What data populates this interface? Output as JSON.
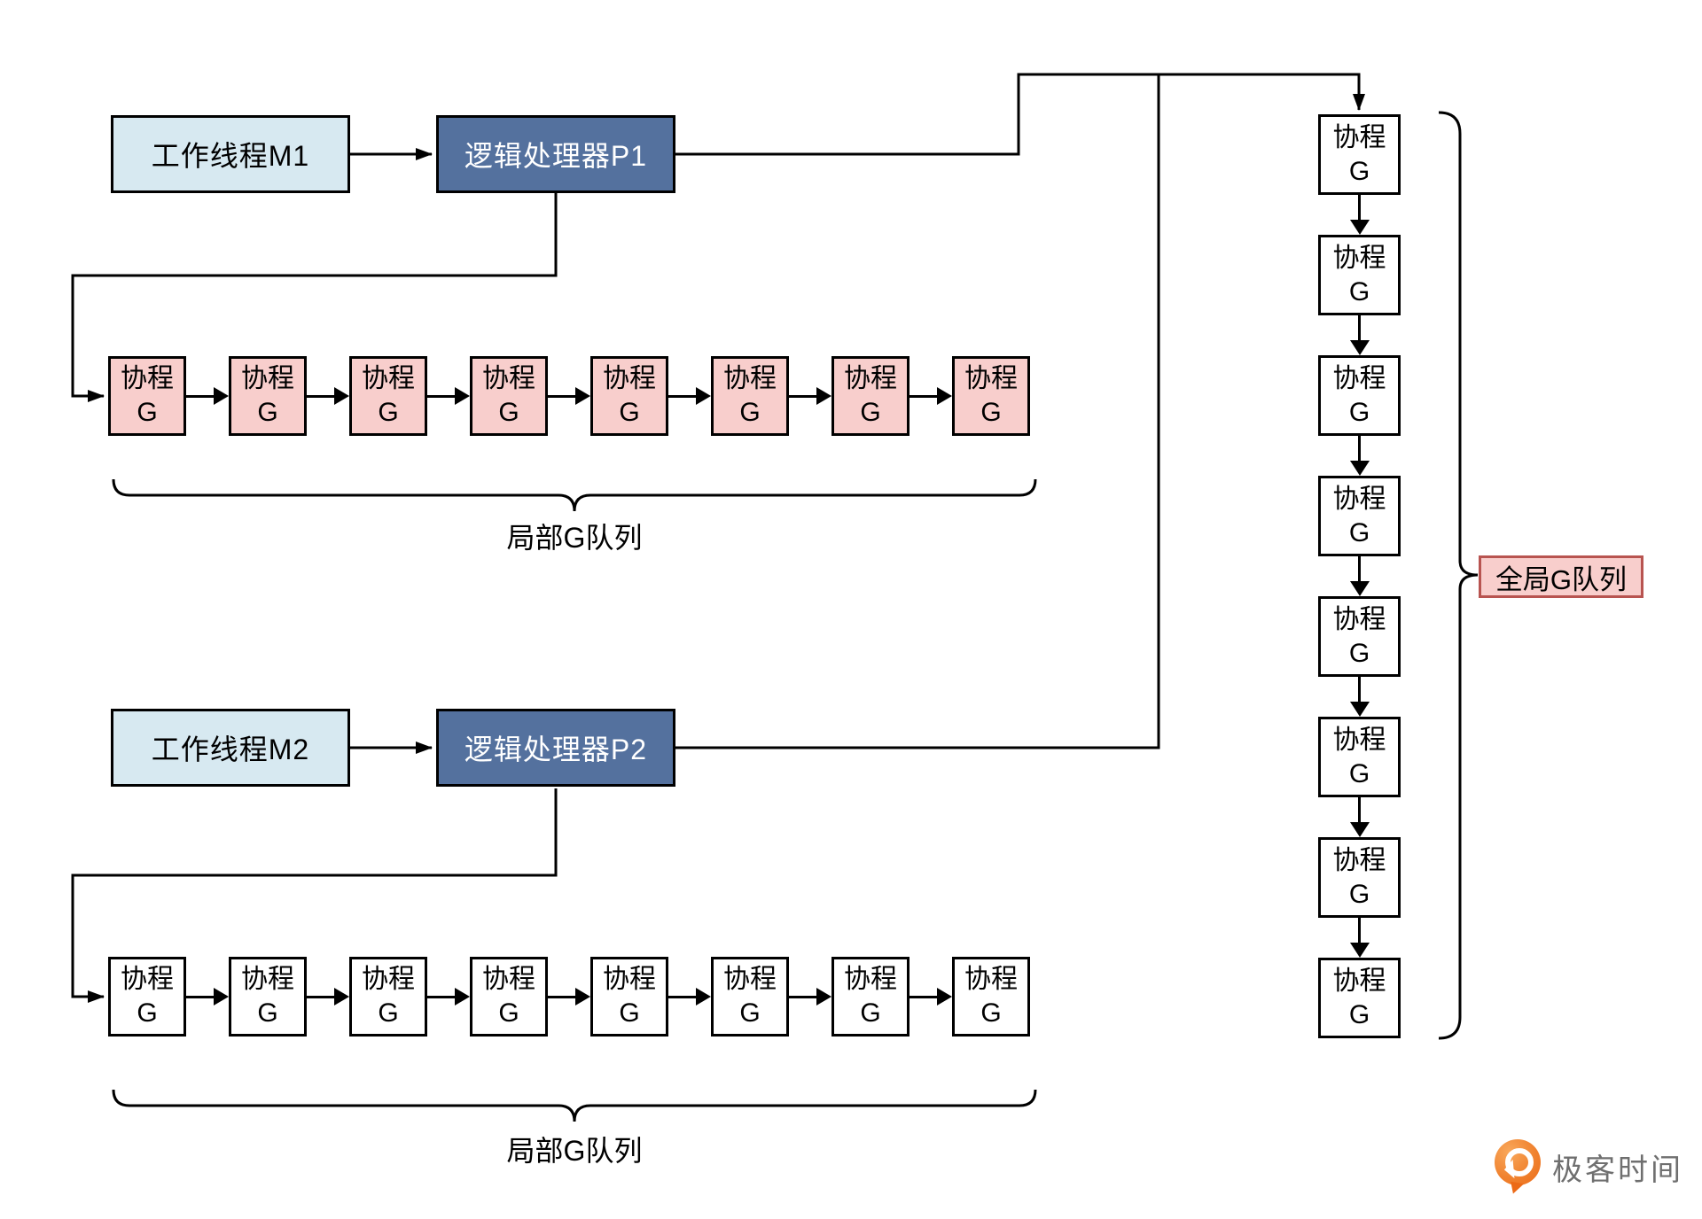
{
  "nodes": {
    "m1": "工作线程M1",
    "p1": "逻辑处理器P1",
    "m2": "工作线程M2",
    "p2": "逻辑处理器P2"
  },
  "g_box": {
    "line1": "协程",
    "line2": "G"
  },
  "queues": {
    "local1": {
      "count": 8,
      "label": "局部G队列"
    },
    "local2": {
      "count": 8,
      "label": "局部G队列"
    },
    "global": {
      "count": 8,
      "label": "全局G队列"
    }
  },
  "logo": {
    "text": "极客时间"
  },
  "colors": {
    "worker_thread_fill": "#d7e9f1",
    "processor_fill": "#54719e",
    "processor_text": "#ffffff",
    "goroutine_pink_fill": "#f8cecc",
    "goroutine_white_fill": "#ffffff",
    "global_label_fill": "#f8cecc",
    "global_label_border": "#b85450",
    "line": "#000000",
    "logo_orange": "#ec6a17",
    "logo_text": "#6f6f6f"
  }
}
